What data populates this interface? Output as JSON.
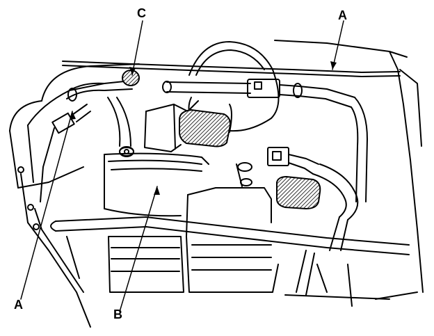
{
  "diagram": {
    "callouts": {
      "a_top": "A",
      "a_bottom": "A",
      "b": "B",
      "c": "C"
    },
    "colors": {
      "ink": "#000000",
      "paper": "#ffffff",
      "hatch": "#555555"
    }
  }
}
